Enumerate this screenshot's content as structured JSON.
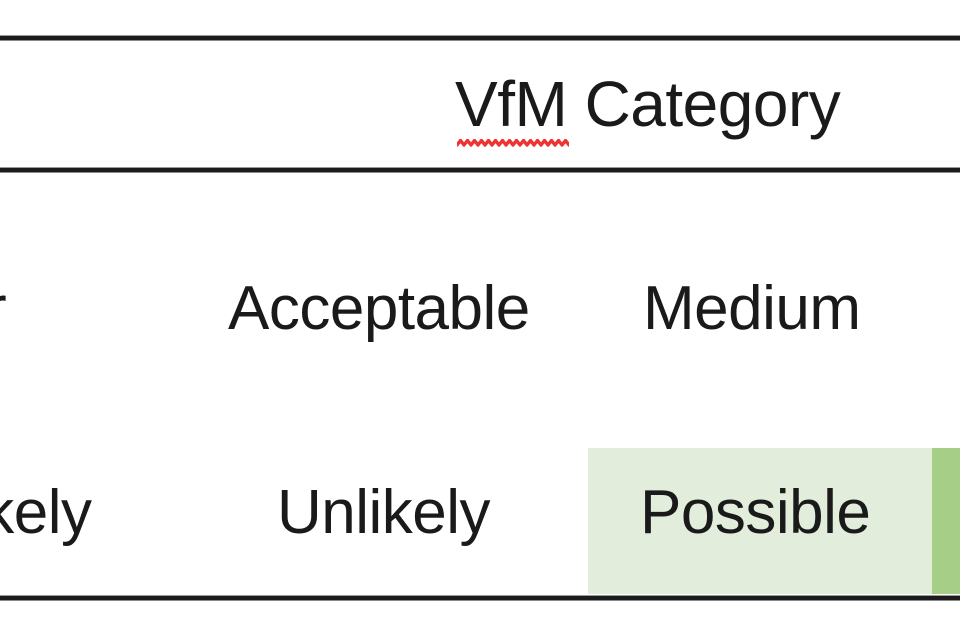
{
  "document": {
    "type": "table-fragment",
    "title": "VfM Category",
    "background_color": "#ffffff",
    "rule_color": "#1c1c1c",
    "text_color": "#1a1a1a"
  },
  "header": {
    "vfm_word": "VfM",
    "category_word": " Category",
    "spellcheck_underline_color": "#ee3333",
    "spellcheck_target": "VfM"
  },
  "table": {
    "columns": [
      {
        "key": "col_truncated_left",
        "header": ""
      },
      {
        "key": "col_middle",
        "header": ""
      },
      {
        "key": "col_vfm_category",
        "header": "VfM Category"
      }
    ],
    "rows": [
      {
        "name": "row-assessment",
        "cells": [
          {
            "text": "r",
            "truncated": true,
            "highlight": "none"
          },
          {
            "text": "Acceptable",
            "truncated": false,
            "highlight": "none"
          },
          {
            "text": "Medium",
            "truncated": false,
            "highlight": "none"
          }
        ]
      },
      {
        "name": "row-likelihood",
        "cells": [
          {
            "text": "ikely",
            "truncated": true,
            "highlight": "none"
          },
          {
            "text": "Unlikely",
            "truncated": false,
            "highlight": "none"
          },
          {
            "text": "Possible",
            "truncated": false,
            "highlight": "light-green"
          }
        ]
      }
    ]
  },
  "highlights": {
    "light_green": "#e2eddb",
    "dark_green": "#a6ce86"
  }
}
